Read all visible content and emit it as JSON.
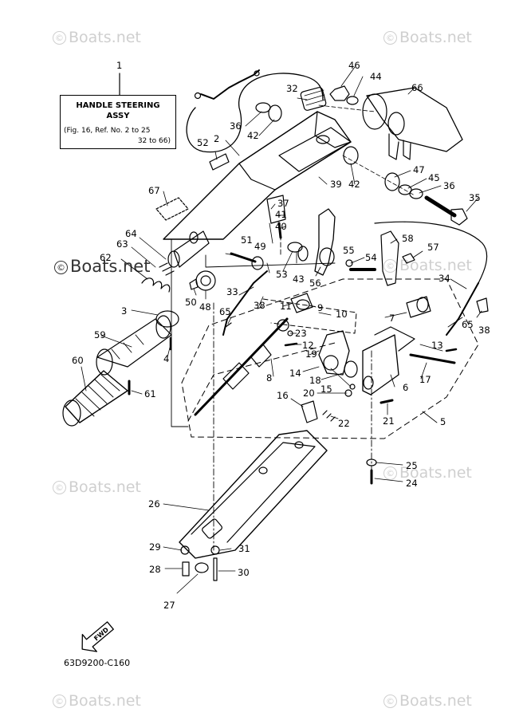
{
  "title_box": {
    "line1": "HANDLE STEERING",
    "line2": "ASSY",
    "line3": "(Fig. 16, Ref. No. 2 to 25",
    "line4": "32 to 66)"
  },
  "diagram_code": "63D9200-C160",
  "fwd_label": "FWD",
  "watermark": {
    "text": "Boats.net",
    "symbol": "©"
  },
  "callouts": [
    {
      "n": "1"
    },
    {
      "n": "2"
    },
    {
      "n": "3"
    },
    {
      "n": "4"
    },
    {
      "n": "5"
    },
    {
      "n": "6"
    },
    {
      "n": "7"
    },
    {
      "n": "8"
    },
    {
      "n": "9"
    },
    {
      "n": "10"
    },
    {
      "n": "11"
    },
    {
      "n": "12"
    },
    {
      "n": "13"
    },
    {
      "n": "14"
    },
    {
      "n": "15"
    },
    {
      "n": "16"
    },
    {
      "n": "17"
    },
    {
      "n": "18"
    },
    {
      "n": "19"
    },
    {
      "n": "20"
    },
    {
      "n": "21"
    },
    {
      "n": "22"
    },
    {
      "n": "23"
    },
    {
      "n": "24"
    },
    {
      "n": "25"
    },
    {
      "n": "26"
    },
    {
      "n": "27"
    },
    {
      "n": "28"
    },
    {
      "n": "29"
    },
    {
      "n": "30"
    },
    {
      "n": "31"
    },
    {
      "n": "32"
    },
    {
      "n": "33"
    },
    {
      "n": "34"
    },
    {
      "n": "35"
    },
    {
      "n": "36"
    },
    {
      "n": "36"
    },
    {
      "n": "37"
    },
    {
      "n": "38"
    },
    {
      "n": "38"
    },
    {
      "n": "39"
    },
    {
      "n": "40"
    },
    {
      "n": "41"
    },
    {
      "n": "42"
    },
    {
      "n": "42"
    },
    {
      "n": "43"
    },
    {
      "n": "44"
    },
    {
      "n": "45"
    },
    {
      "n": "46"
    },
    {
      "n": "47"
    },
    {
      "n": "48"
    },
    {
      "n": "49"
    },
    {
      "n": "50"
    },
    {
      "n": "51"
    },
    {
      "n": "52"
    },
    {
      "n": "53"
    },
    {
      "n": "54"
    },
    {
      "n": "55"
    },
    {
      "n": "56"
    },
    {
      "n": "57"
    },
    {
      "n": "58"
    },
    {
      "n": "59"
    },
    {
      "n": "60"
    },
    {
      "n": "61"
    },
    {
      "n": "62"
    },
    {
      "n": "63"
    },
    {
      "n": "64"
    },
    {
      "n": "65"
    },
    {
      "n": "65"
    },
    {
      "n": "66"
    },
    {
      "n": "67"
    }
  ]
}
